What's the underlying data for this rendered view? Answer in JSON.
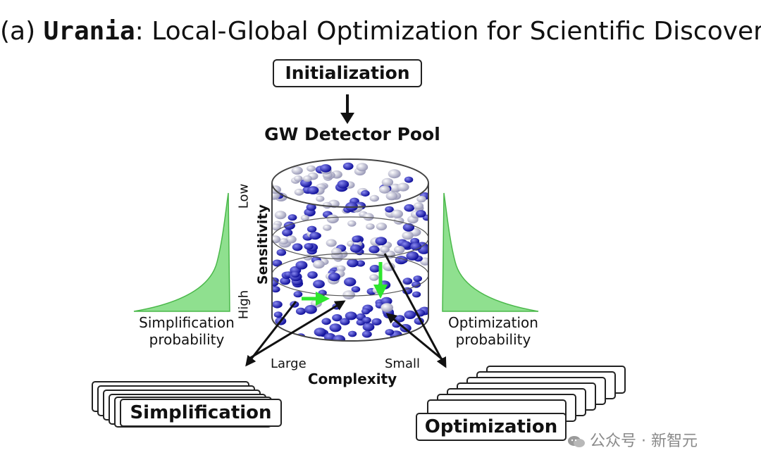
{
  "title": {
    "prefix": "(a) ",
    "name": "Urania",
    "suffix": ": Local-Global Optimization for Scientific Discovery"
  },
  "nodes": {
    "initialization": "Initialization",
    "pool": "GW Detector Pool",
    "simplification": "Simplification",
    "optimization": "Optimization"
  },
  "axes": {
    "sensitivity": "Sensitivity",
    "low": "Low",
    "high": "High",
    "complexity": "Complexity",
    "large": "Large",
    "small": "Small"
  },
  "curves": {
    "simplification_probability": [
      "Simplification",
      "probability"
    ],
    "optimization_probability": [
      "Optimization",
      "probability"
    ]
  },
  "colors": {
    "ball_dark": "#1a1ab8",
    "ball_light": "#c8c8d8",
    "curve_fill": "#8fe08f",
    "highlight_arrow": "#2ee62e"
  },
  "watermark": "公众号 · 新智元"
}
